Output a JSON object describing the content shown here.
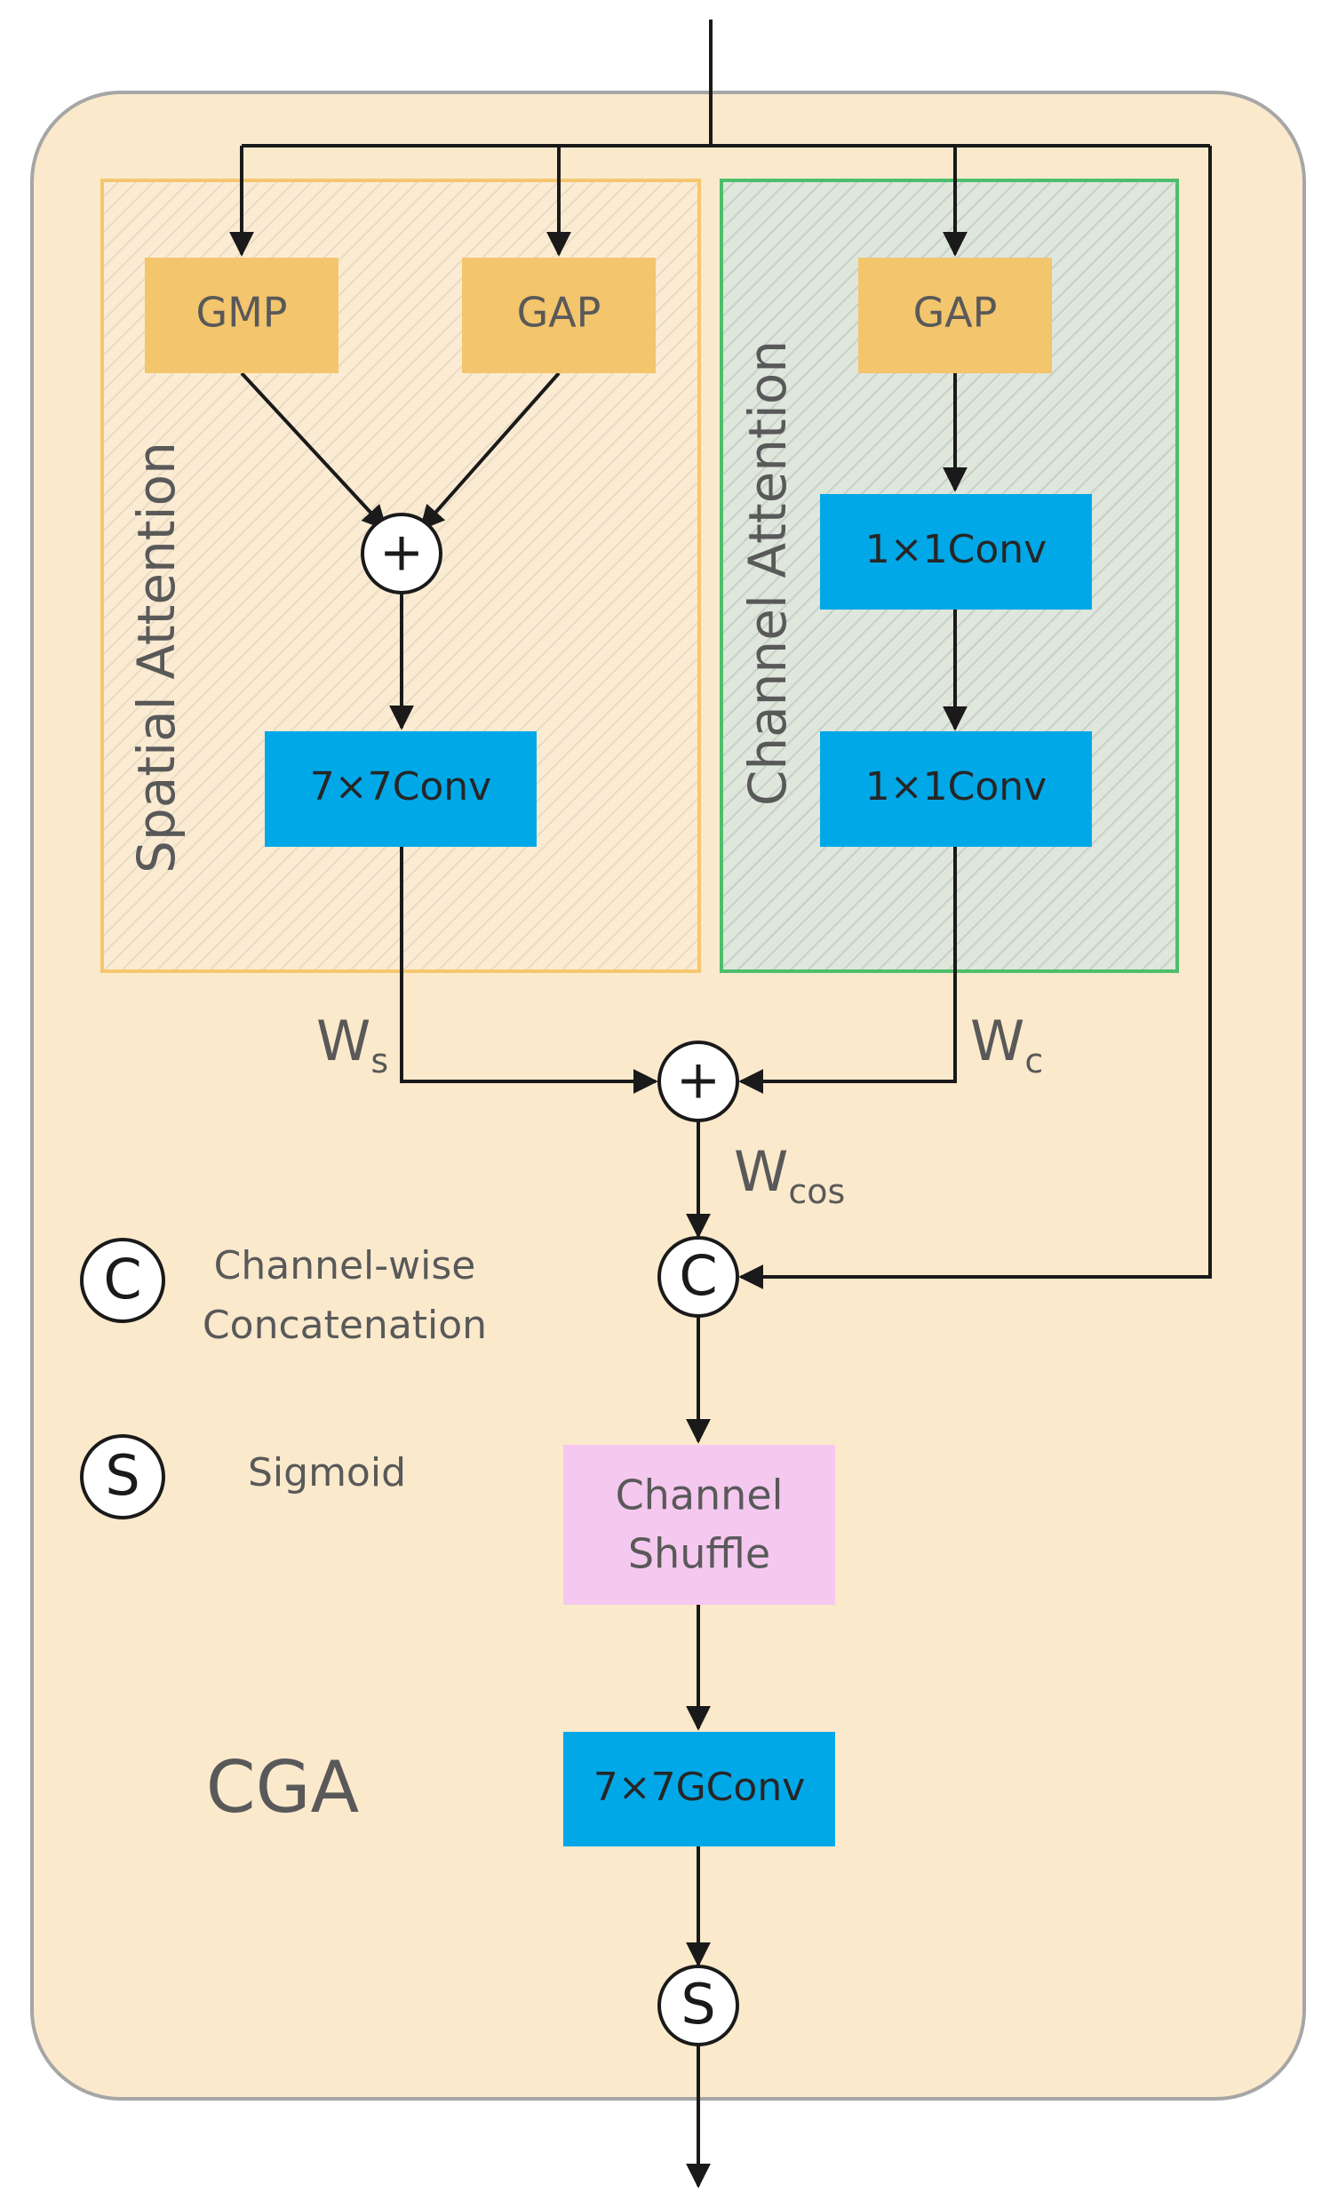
{
  "colors": {
    "module_bg": "#fbe9cc",
    "module_border": "#a6a6a6",
    "spatial_border": "#f6c66f",
    "channel_border": "#4dbe6b",
    "pool_fill": "#f3c56c",
    "conv_fill": "#00a8e8",
    "shuffle_fill": "#f5c8f0",
    "line": "#1a1a1a",
    "text": "#595959"
  },
  "spatial": {
    "title": "Spatial Attention",
    "gmp": "GMP",
    "gap": "GAP",
    "plus": "+",
    "conv": "7×7Conv"
  },
  "channel": {
    "title": "Channel Attention",
    "gap": "GAP",
    "conv1": "1×1Conv",
    "conv2": "1×1Conv"
  },
  "weights": {
    "ws_main": "W",
    "ws_sub": "s",
    "wc_main": "W",
    "wc_sub": "c",
    "wcos_main": "W",
    "wcos_sub": "cos"
  },
  "merge_plus": "+",
  "concat_symbol": "C",
  "shuffle": {
    "line1": "Channel",
    "line2": "Shuffle"
  },
  "gconv": "7×7GConv",
  "sigmoid_symbol": "S",
  "legend": {
    "concat_symbol": "C",
    "concat_line1": "Channel-wise",
    "concat_line2": "Concatenation",
    "sigmoid_symbol": "S",
    "sigmoid_label": "Sigmoid"
  },
  "module_name": "CGA"
}
